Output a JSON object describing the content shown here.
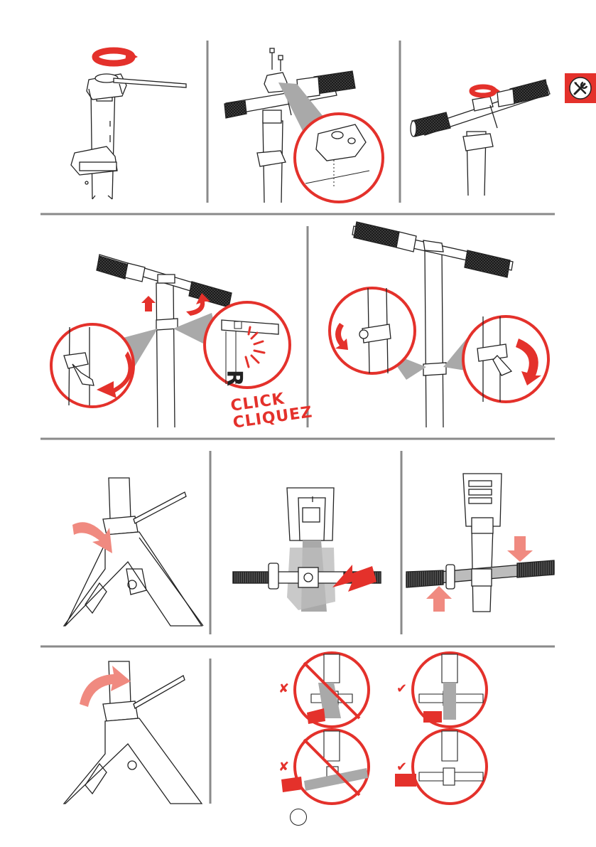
{
  "header": {
    "tools_icon": "tools-icon",
    "accent_color": "#e4312b"
  },
  "annotations": {
    "click_en": "CLICK",
    "click_fr": "CLIQUEZ",
    "brand_partial": "R",
    "wrong_mark": "✘",
    "right_mark": "✔"
  },
  "colors": {
    "accent": "#e4312b",
    "line": "#222222",
    "divider": "#8a8a8a",
    "shadow": "#a9a9a9"
  }
}
